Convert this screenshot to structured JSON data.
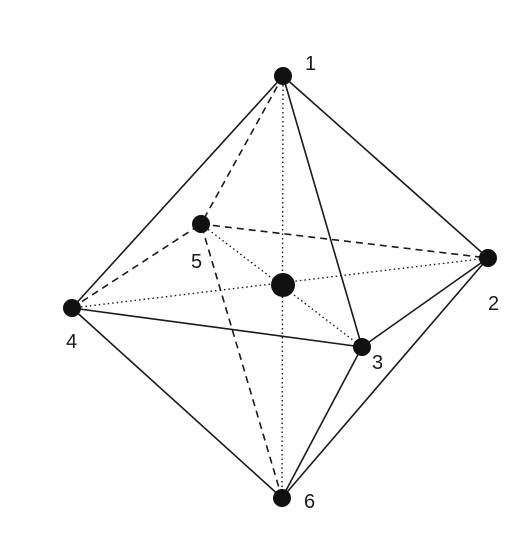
{
  "diagram": {
    "shape": "octahedron",
    "vertices": [
      {
        "id": "1",
        "label": "1"
      },
      {
        "id": "2",
        "label": "2"
      },
      {
        "id": "3",
        "label": "3"
      },
      {
        "id": "4",
        "label": "4"
      },
      {
        "id": "5",
        "label": "5"
      },
      {
        "id": "6",
        "label": "6"
      },
      {
        "id": "c",
        "label": ""
      }
    ],
    "edges": [
      {
        "from": "1",
        "to": "2",
        "style": "solid"
      },
      {
        "from": "1",
        "to": "3",
        "style": "solid"
      },
      {
        "from": "1",
        "to": "4",
        "style": "solid"
      },
      {
        "from": "1",
        "to": "5",
        "style": "dashed"
      },
      {
        "from": "6",
        "to": "2",
        "style": "solid"
      },
      {
        "from": "6",
        "to": "3",
        "style": "solid"
      },
      {
        "from": "6",
        "to": "4",
        "style": "solid"
      },
      {
        "from": "6",
        "to": "5",
        "style": "dashed"
      },
      {
        "from": "4",
        "to": "3",
        "style": "solid"
      },
      {
        "from": "3",
        "to": "2",
        "style": "solid"
      },
      {
        "from": "4",
        "to": "5",
        "style": "dashed"
      },
      {
        "from": "5",
        "to": "2",
        "style": "dashed"
      },
      {
        "from": "1",
        "to": "6",
        "style": "dotted"
      },
      {
        "from": "4",
        "to": "2",
        "style": "dotted"
      },
      {
        "from": "5",
        "to": "3",
        "style": "dotted"
      }
    ],
    "colors": {
      "line": "#1a1a1a",
      "vertex": "#111111",
      "background": "#ffffff"
    }
  }
}
